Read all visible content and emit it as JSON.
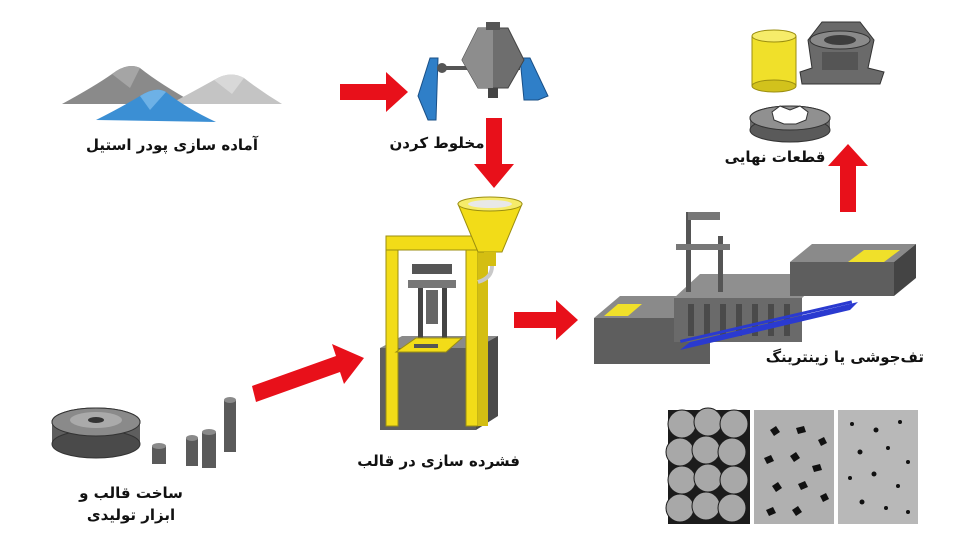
{
  "labels": {
    "powder": "آماده سازی پودر استیل",
    "mixing": "مخلوط کردن",
    "final_parts": "قطعات نهایی",
    "compaction": "فشرده سازی در قالب",
    "sintering": "تف‌جوشی یا زینترینگ",
    "tooling_line1": "ساخت قالب و",
    "tooling_line2": "ابزار تولیدی"
  },
  "colors": {
    "arrow": "#e8101a",
    "press_frame": "#f2dc18",
    "powder_blue": "#3b8fd4",
    "powder_gray": "#8c8c8c",
    "machine_gray": "#7a7a7a",
    "mixer_blue": "#2f7fc8",
    "final_part_yellow": "#f0e02a",
    "belt_blue": "#2a3ad0"
  },
  "icons": [
    "powder-piles-icon",
    "mixer-icon",
    "final-parts-icon",
    "compaction-press-icon",
    "sintering-furnace-icon",
    "tooling-dies-icon",
    "microstructure-panels-icon"
  ]
}
